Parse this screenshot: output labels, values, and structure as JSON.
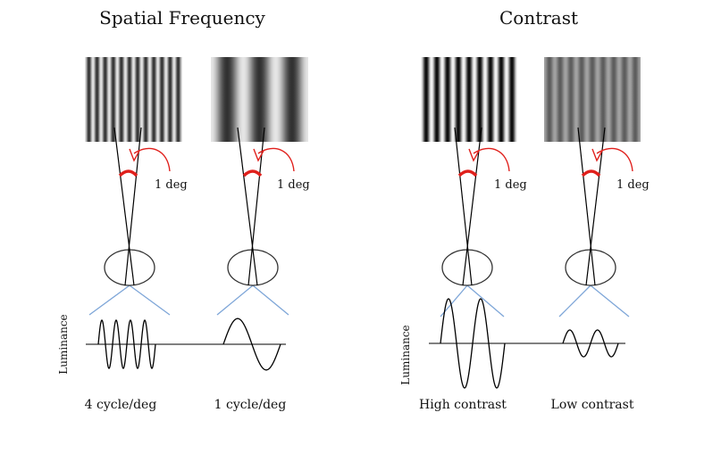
{
  "titles": {
    "spatial_frequency": "Spatial Frequency",
    "contrast": "Contrast"
  },
  "angle_label": "1 deg",
  "axis_label": "Luminance",
  "panels": [
    {
      "caption": "4 cycle/deg",
      "cycles": 4,
      "contrast": 0.9
    },
    {
      "caption": "1 cycle/deg",
      "cycles": 1,
      "contrast": 0.9
    },
    {
      "caption": "High contrast",
      "cycles": 2,
      "contrast": 1.0
    },
    {
      "caption": "Low contrast",
      "cycles": 2,
      "contrast": 0.3
    }
  ],
  "colors": {
    "angle_marker": "#e0201c",
    "view_lines": "#7ea6d8",
    "sight_lines": "#000000"
  }
}
